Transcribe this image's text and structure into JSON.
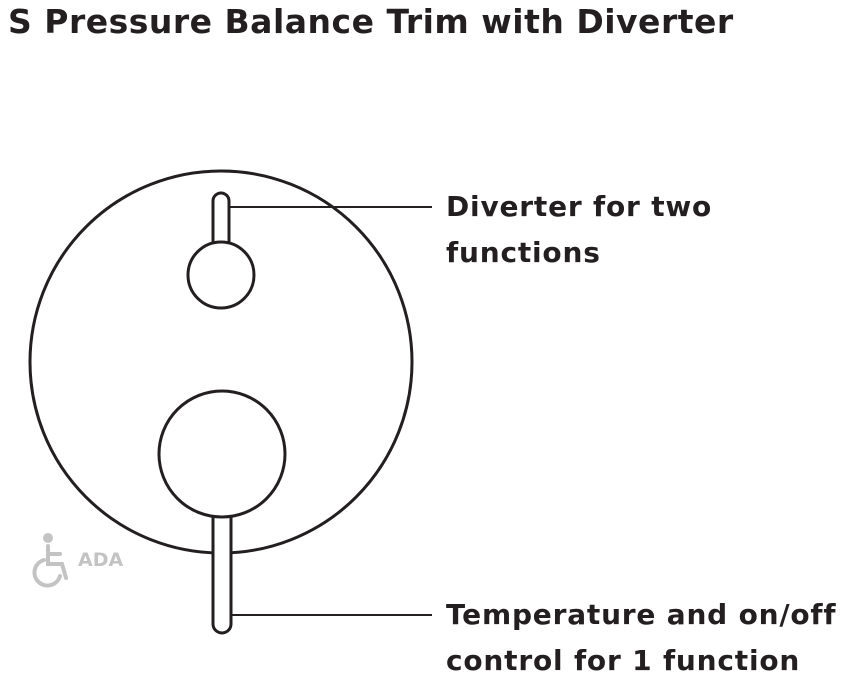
{
  "title": "S Pressure Balance Trim with Diverter",
  "callouts": {
    "diverter": {
      "line1": "Diverter for two",
      "line2": "functions"
    },
    "temperature": {
      "line1": "Temperature and on/off",
      "line2": "control for 1 function"
    }
  },
  "badge": {
    "icon": "wheelchair-icon",
    "label": "ADA"
  },
  "colors": {
    "ink": "#231f20",
    "badge": "#c3c3c3"
  }
}
